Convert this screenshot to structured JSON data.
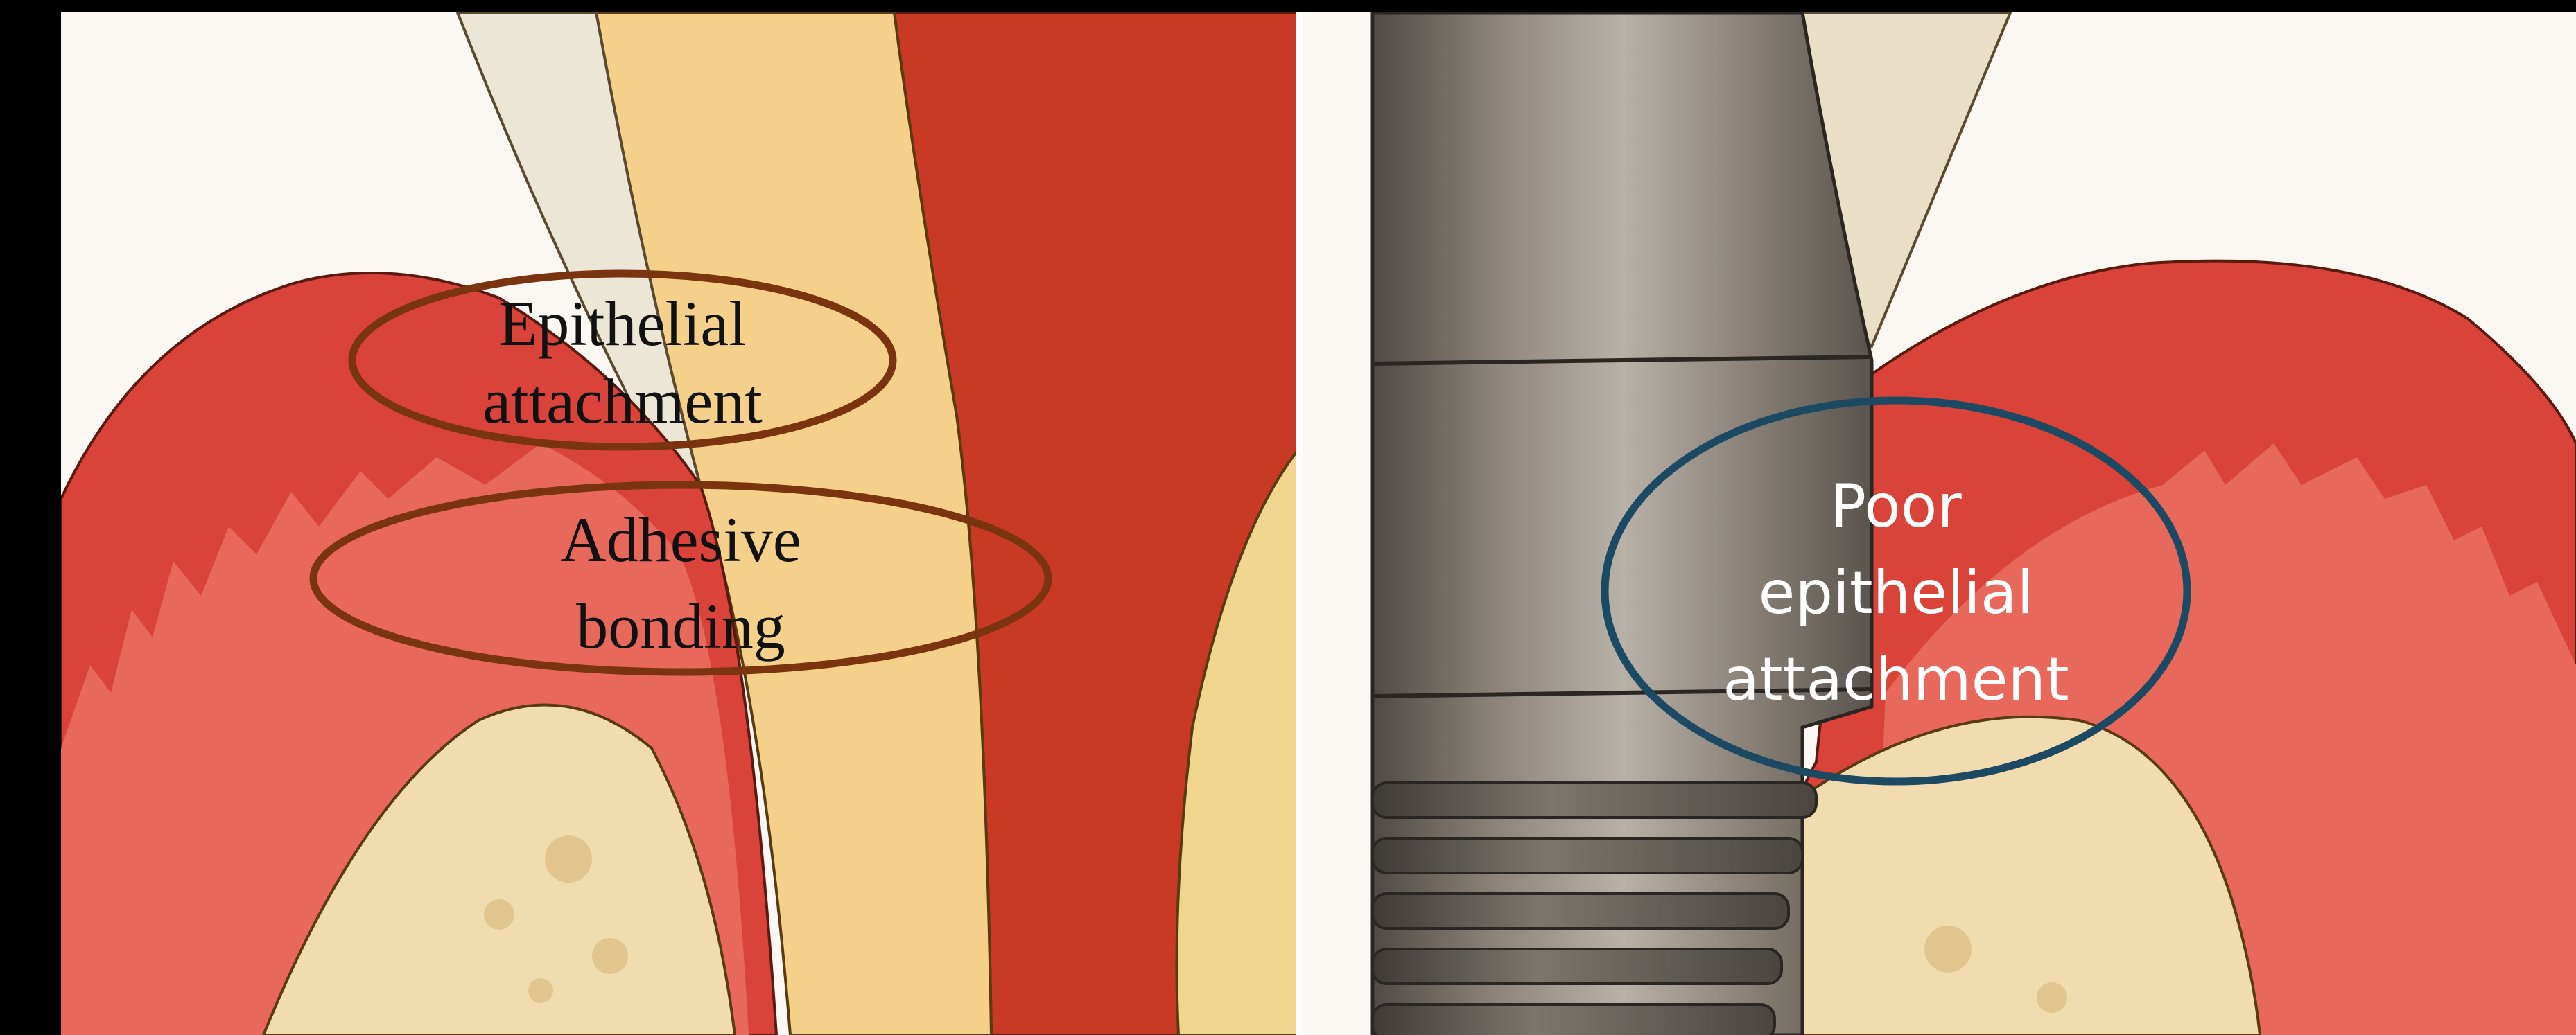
{
  "left_panel": {
    "label_1_line_1": "Epithelial",
    "label_1_line_2": "attachment",
    "label_2_line_1": "Adhesive",
    "label_2_line_2": "bonding",
    "ellipse_color": "#7a3410"
  },
  "right_panel": {
    "label_line_1": "Poor",
    "label_line_2": "epithelial",
    "label_line_3": "attachment",
    "ellipse_color": "#1c4a63"
  },
  "colors": {
    "gum": "#d9433a",
    "gum_light": "#e8685c",
    "bone": "#f0dcae",
    "dentin": "#f5d28e",
    "pulp": "#c93a26",
    "enamel": "#ece7d8",
    "metal": "#8a8278",
    "background": "#fbf8f3"
  }
}
